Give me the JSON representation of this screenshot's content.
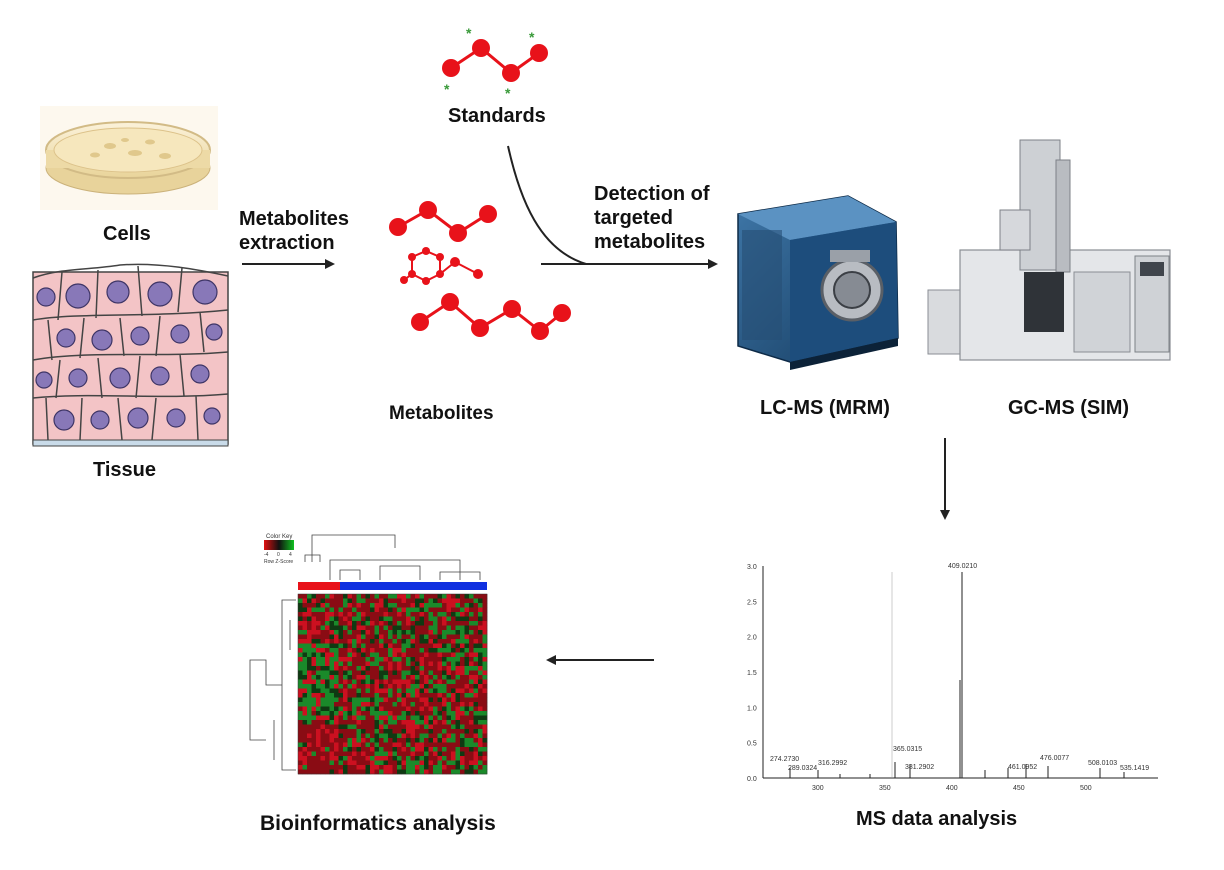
{
  "labels": {
    "standards": "Standards",
    "cells": "Cells",
    "tissue": "Tissue",
    "metabolites_extraction": "Metabolites extraction",
    "metabolites": "Metabolites",
    "detection": "Detection of targeted metabolites",
    "lcms": "LC-MS (MRM)",
    "gcms": "GC-MS (SIM)",
    "ms_data_analysis": "MS data analysis",
    "bioinformatics": "Bioinformatics analysis"
  },
  "heatmap": {
    "color_key_title": "Color Key",
    "color_key_ticks": [
      "-4",
      "0",
      "4"
    ],
    "color_key_label": "Row Z-Score"
  },
  "spectrum": {
    "y_ticks": [
      "3.0",
      "2.5",
      "2.0",
      "1.5",
      "1.0",
      "0.5",
      "0.0"
    ],
    "x_ticks": [
      "300",
      "350",
      "400",
      "450",
      "500"
    ],
    "peak_labels": [
      "409.0210",
      "274.2730",
      "289.0324",
      "316.2992",
      "365.0315",
      "381.2902",
      "461.0952",
      "476.0077",
      "508.0103",
      "535.1419"
    ]
  },
  "colors": {
    "molecule_red": "#e8121a",
    "asterisk_green": "#3a9a3a",
    "heat_red": "#cc1020",
    "heat_green": "#18b030",
    "heat_blue_bar": "#1030e0",
    "cell_pink": "#f2c2c4",
    "nucleus_purple": "#8878b8"
  }
}
